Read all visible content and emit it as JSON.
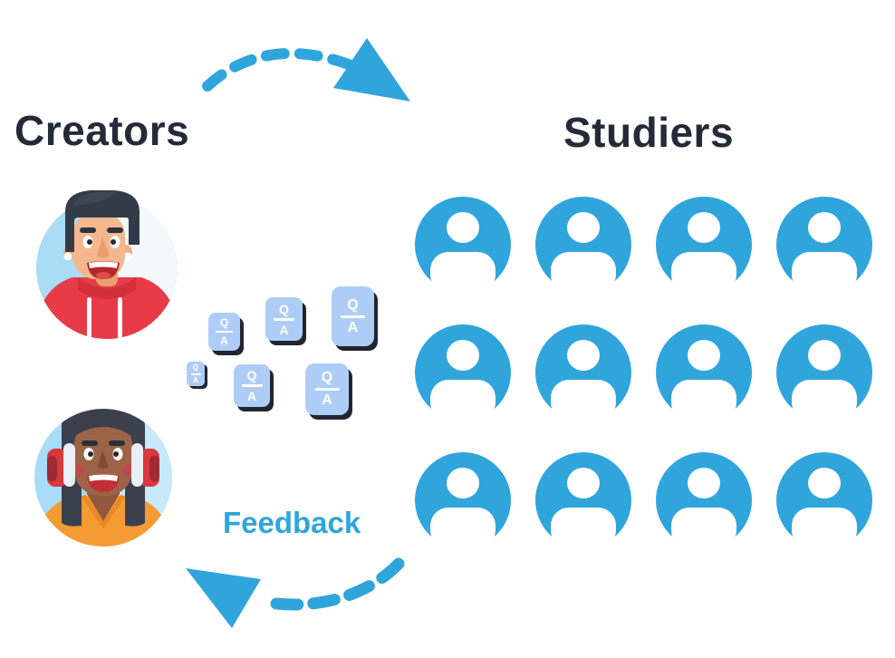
{
  "headings": {
    "creators": "Creators",
    "studiers": "Studiers"
  },
  "feedback": {
    "label": "Feedback"
  },
  "flashcard": {
    "q": "Q",
    "a": "A",
    "count": 6
  },
  "studiers_grid": {
    "count": 12,
    "rows": 3,
    "cols": 4
  },
  "icons": {
    "top_arrow": "dashed-arc-arrow-right",
    "bottom_arrow": "dashed-arc-arrow-left",
    "studier": "user-icon",
    "avatar_1": "man-red-hoodie-avatar",
    "avatar_2": "woman-headphones-avatar"
  },
  "colors": {
    "accent_blue": "#2fa5dc",
    "heading_navy": "#242a38",
    "card_fill": "#aecdf6",
    "card_shadow": "#20252f",
    "hoodie_red": "#e83b47",
    "shirt_orange": "#f49b33"
  }
}
